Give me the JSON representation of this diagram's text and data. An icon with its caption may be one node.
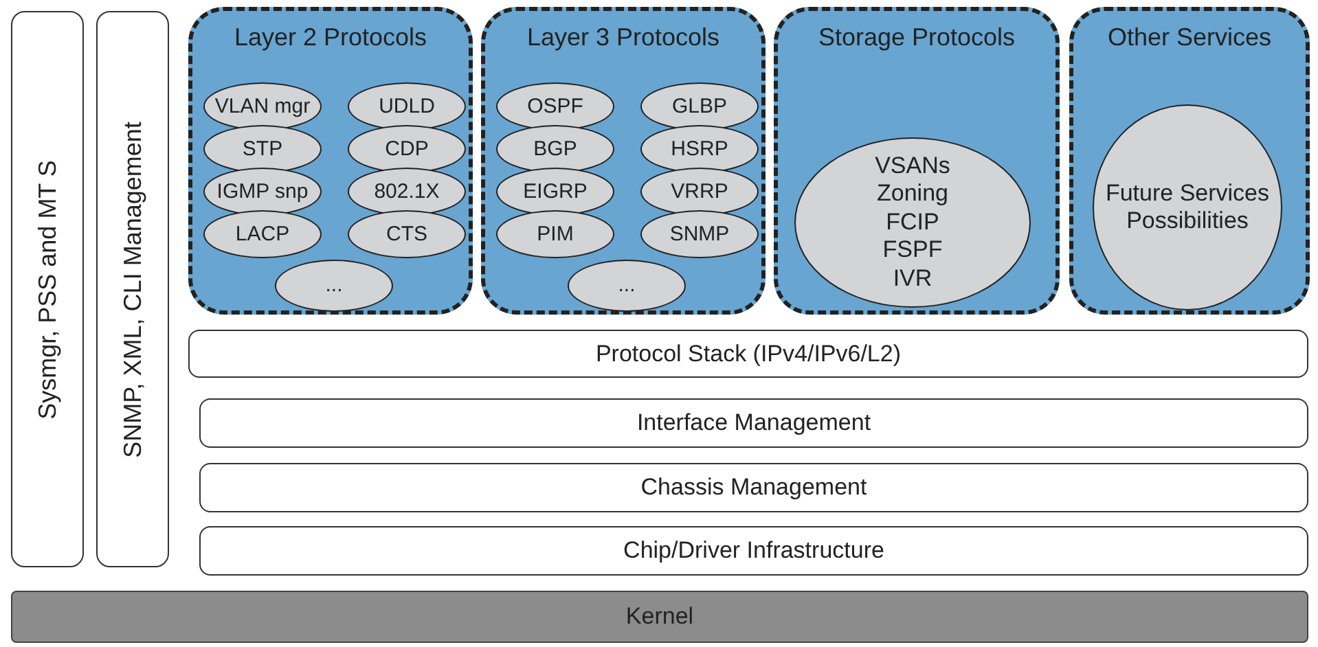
{
  "diagram": {
    "nodes": [
      {
        "text": [
          "Sysmgr, PSS and MT S"
        ]
      },
      {
        "text": [
          "SNMP, XML, CLI Management"
        ]
      },
      {
        "text": [
          "Layer 2 Protocols"
        ]
      },
      {
        "text": [
          "VLAN mgr"
        ],
        "in": 2
      },
      {
        "text": [
          "UDLD"
        ],
        "in": 2
      },
      {
        "text": [
          "STP"
        ],
        "in": 2
      },
      {
        "text": [
          "CDP"
        ],
        "in": 2
      },
      {
        "text": [
          "IGMP snp"
        ],
        "in": 2
      },
      {
        "text": [
          "802.1X"
        ],
        "in": 2
      },
      {
        "text": [
          "LACP"
        ],
        "in": 2
      },
      {
        "text": [
          "CTS"
        ],
        "in": 2
      },
      {
        "text": [
          "..."
        ],
        "in": 2
      },
      {
        "text": [
          "Layer 3 Protocols"
        ]
      },
      {
        "text": [
          "OSPF"
        ],
        "in": 12
      },
      {
        "text": [
          "GLBP"
        ],
        "in": 12
      },
      {
        "text": [
          "BGP"
        ],
        "in": 12
      },
      {
        "text": [
          "HSRP"
        ],
        "in": 12
      },
      {
        "text": [
          "EIGRP"
        ],
        "in": 12
      },
      {
        "text": [
          "VRRP"
        ],
        "in": 12
      },
      {
        "text": [
          "PIM"
        ],
        "in": 12
      },
      {
        "text": [
          "SNMP"
        ],
        "in": 12
      },
      {
        "text": [
          "..."
        ],
        "in": 12
      },
      {
        "text": [
          "Storage Protocols"
        ]
      },
      {
        "text": [
          "VSANs",
          "Zoning",
          "FCIP",
          "FSPF",
          "IVR"
        ],
        "in": 22
      },
      {
        "text": [
          "Other Services"
        ]
      },
      {
        "text": [
          "Future Services Possibilities"
        ],
        "in": 24
      },
      {
        "text": [
          "Protocol Stack (IPv4/IPv6/L2)"
        ]
      },
      {
        "text": [
          "Interface Management"
        ]
      },
      {
        "text": [
          "Chassis Management"
        ]
      },
      {
        "text": [
          "Chip/Driver Infrastructure"
        ]
      },
      {
        "text": [
          "Kernel"
        ]
      }
    ]
  }
}
